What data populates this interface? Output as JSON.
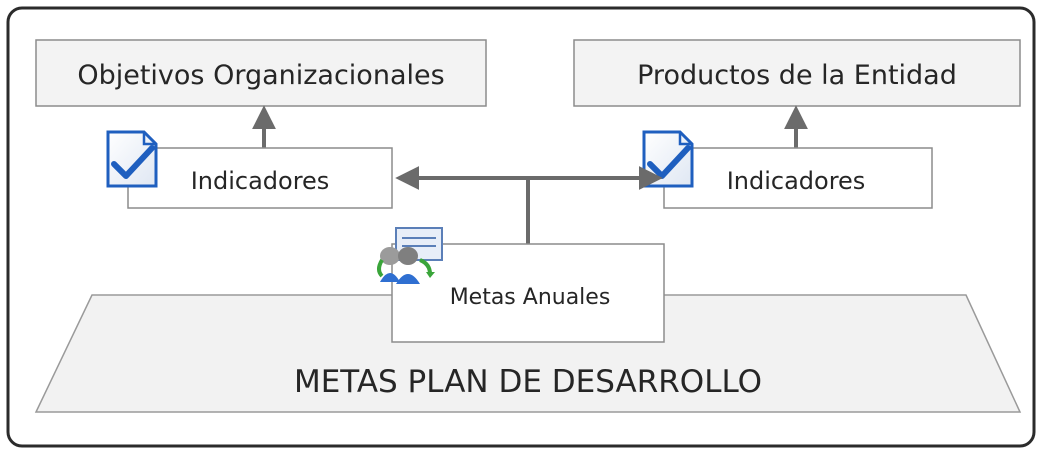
{
  "diagram": {
    "objectives_box": "Objetivos Organizacionales",
    "products_box": "Productos de la Entidad",
    "indicators_left": "Indicadores",
    "indicators_right": "Indicadores",
    "annual_goals": "Metas Anuales",
    "base_platform": "METAS PLAN DE DESARROLLO"
  },
  "colors": {
    "frame": "#2b2b2b",
    "connector": "#6b6b6b",
    "box_fill": "#ffffff",
    "box_stroke": "#8c8c8c",
    "header_fill": "#f3f3f3",
    "check_icon": "#1f5fbf"
  }
}
